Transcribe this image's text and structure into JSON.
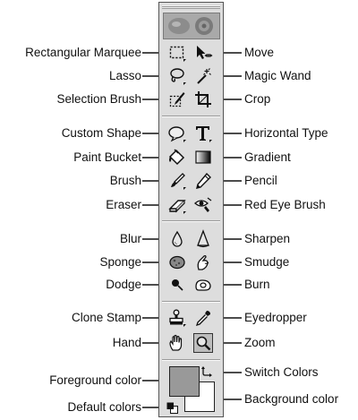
{
  "labels": {
    "rectangular_marquee": "Rectangular Marquee",
    "move": "Move",
    "lasso": "Lasso",
    "magic_wand": "Magic Wand",
    "selection_brush": "Selection Brush",
    "crop": "Crop",
    "custom_shape": "Custom Shape",
    "horizontal_type": "Horizontal Type",
    "paint_bucket": "Paint Bucket",
    "gradient": "Gradient",
    "brush": "Brush",
    "pencil": "Pencil",
    "eraser": "Eraser",
    "red_eye_brush": "Red Eye Brush",
    "blur": "Blur",
    "sharpen": "Sharpen",
    "sponge": "Sponge",
    "smudge": "Smudge",
    "dodge": "Dodge",
    "burn": "Burn",
    "clone_stamp": "Clone Stamp",
    "eyedropper": "Eyedropper",
    "hand": "Hand",
    "zoom": "Zoom",
    "foreground_color": "Foreground color",
    "switch_colors": "Switch Colors",
    "default_colors": "Default colors",
    "background_color": "Background color"
  },
  "tools": {
    "rectangular_marquee": "marquee-icon",
    "move": "move-arrow-icon",
    "lasso": "lasso-icon",
    "magic_wand": "magic-wand-icon",
    "selection_brush": "selection-brush-icon",
    "crop": "crop-icon",
    "custom_shape": "custom-shape-icon",
    "horizontal_type": "type-t-icon",
    "paint_bucket": "paint-bucket-icon",
    "gradient": "gradient-icon",
    "brush": "brush-icon",
    "pencil": "pencil-icon",
    "eraser": "eraser-icon",
    "red_eye_brush": "red-eye-brush-icon",
    "blur": "blur-drop-icon",
    "sharpen": "sharpen-cone-icon",
    "sponge": "sponge-icon",
    "smudge": "smudge-finger-icon",
    "dodge": "dodge-icon",
    "burn": "burn-hand-icon",
    "clone_stamp": "clone-stamp-icon",
    "eyedropper": "eyedropper-icon",
    "hand": "hand-icon",
    "zoom": "zoom-magnifier-icon"
  },
  "selected_tool": "zoom",
  "colors": {
    "foreground": "#999999",
    "background": "#ffffff",
    "toolbox_bg": "#dddddd"
  }
}
